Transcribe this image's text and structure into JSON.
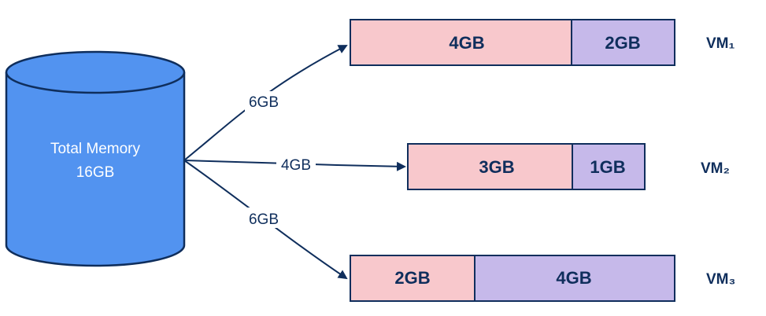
{
  "database": {
    "label_line1": "Total Memory",
    "label_line2": "16GB",
    "fill": "#5293f0",
    "stroke": "#0f2e5c"
  },
  "arrows": [
    {
      "label": "6GB"
    },
    {
      "label": "4GB"
    },
    {
      "label": "6GB"
    }
  ],
  "vms": [
    {
      "name": "VM₁",
      "segments": [
        {
          "label": "4GB",
          "gb": 4
        },
        {
          "label": "2GB",
          "gb": 2
        }
      ]
    },
    {
      "name": "VM₂",
      "segments": [
        {
          "label": "3GB",
          "gb": 3
        },
        {
          "label": "1GB",
          "gb": 1
        }
      ]
    },
    {
      "name": "VM₃",
      "segments": [
        {
          "label": "2GB",
          "gb": 2
        },
        {
          "label": "4GB",
          "gb": 4
        }
      ]
    }
  ],
  "colors": {
    "used": "#f8c8cc",
    "free": "#c6b9ea",
    "ink": "#0f2e5c"
  }
}
